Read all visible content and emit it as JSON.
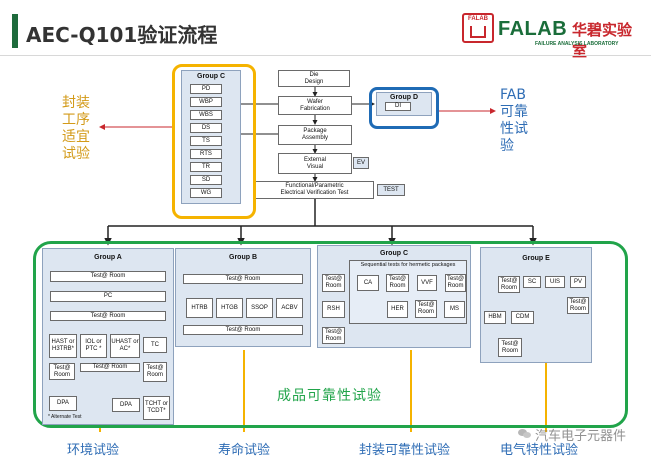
{
  "header": {
    "title": "AEC-Q101验证流程",
    "logo_box_text": "FALAB",
    "logo_name": "FALAB",
    "logo_cn": "华碧实验室",
    "logo_sub": "FAILURE ANALYSIS LABORATORY",
    "colors": {
      "accent_bar": "#1e6b3c",
      "title": "#333333",
      "logo_red": "#c8272d",
      "logo_green": "#1a6d3a"
    }
  },
  "flow": {
    "die_design": "Die\nDesign",
    "wafer_fab": "Wafer\nFabrication",
    "package_assembly": "Package\nAssembly",
    "external_visual": "External\nVisual",
    "ev": "EV",
    "functional": "Functional/Parametric\nElectrical Verification Test",
    "test": "TEST"
  },
  "group_c_top": {
    "title": "Group C",
    "items": [
      "PD",
      "WBP",
      "WBS",
      "DS",
      "TS",
      "RTS",
      "TR",
      "SD",
      "WG"
    ]
  },
  "group_d": {
    "title": "Group D",
    "item": "DI"
  },
  "labels": {
    "left_chars": [
      "封装",
      "工序",
      "适宜",
      "试验"
    ],
    "right_chars": [
      "FAB",
      "可靠",
      "性试",
      "验"
    ],
    "center": "成品可靠性试验",
    "bottom": [
      "环境试验",
      "寿命试验",
      "封装可靠性试验",
      "电气特性试验"
    ],
    "watermark": "汽车电子元器件"
  },
  "group_a": {
    "title": "Group A",
    "test_room1": "Test@ Room",
    "pc": "PC",
    "test_room2": "Test@ Room",
    "hast": "HAST or\nH3TRB*",
    "iol": "IOL or\nPTC *",
    "uhast": "UHAST or\nAC*",
    "tc": "TC",
    "test_room3": "Test@\nRoom",
    "test_room4": "Test@ Room",
    "test_room5": "Test@\nRoom",
    "dpa1": "DPA",
    "dpa2": "DPA",
    "tcht": "TCHT or\nTCDT*",
    "note": "* Alternate Test"
  },
  "group_b": {
    "title": "Group B",
    "test_room1": "Test@ Room",
    "items": [
      "HTRB",
      "HTGB",
      "SSOP",
      "ACBV"
    ],
    "test_room2": "Test@ Room"
  },
  "group_c_bottom": {
    "title": "Group C",
    "subtitle": "Sequential tests for hermetic packages",
    "test_room1": "Test@\nRoom",
    "ca": "CA",
    "test_room2": "Test@\nRoom",
    "vvf": "VVF",
    "test_room3": "Test@\nRoom",
    "rsh": "RSH",
    "her": "HER",
    "test_room4": "Test@\nRoom",
    "ms": "MS",
    "test_room5": "Test@\nRoom"
  },
  "group_e": {
    "title": "Group E",
    "test_room1": "Test@\nRoom",
    "sc": "SC",
    "uis": "UIS",
    "pv": "PV",
    "test_room2": "Test@\nRoom",
    "hbm": "HBM",
    "cdm": "CDM",
    "test_room3": "Test@\nRoom"
  }
}
